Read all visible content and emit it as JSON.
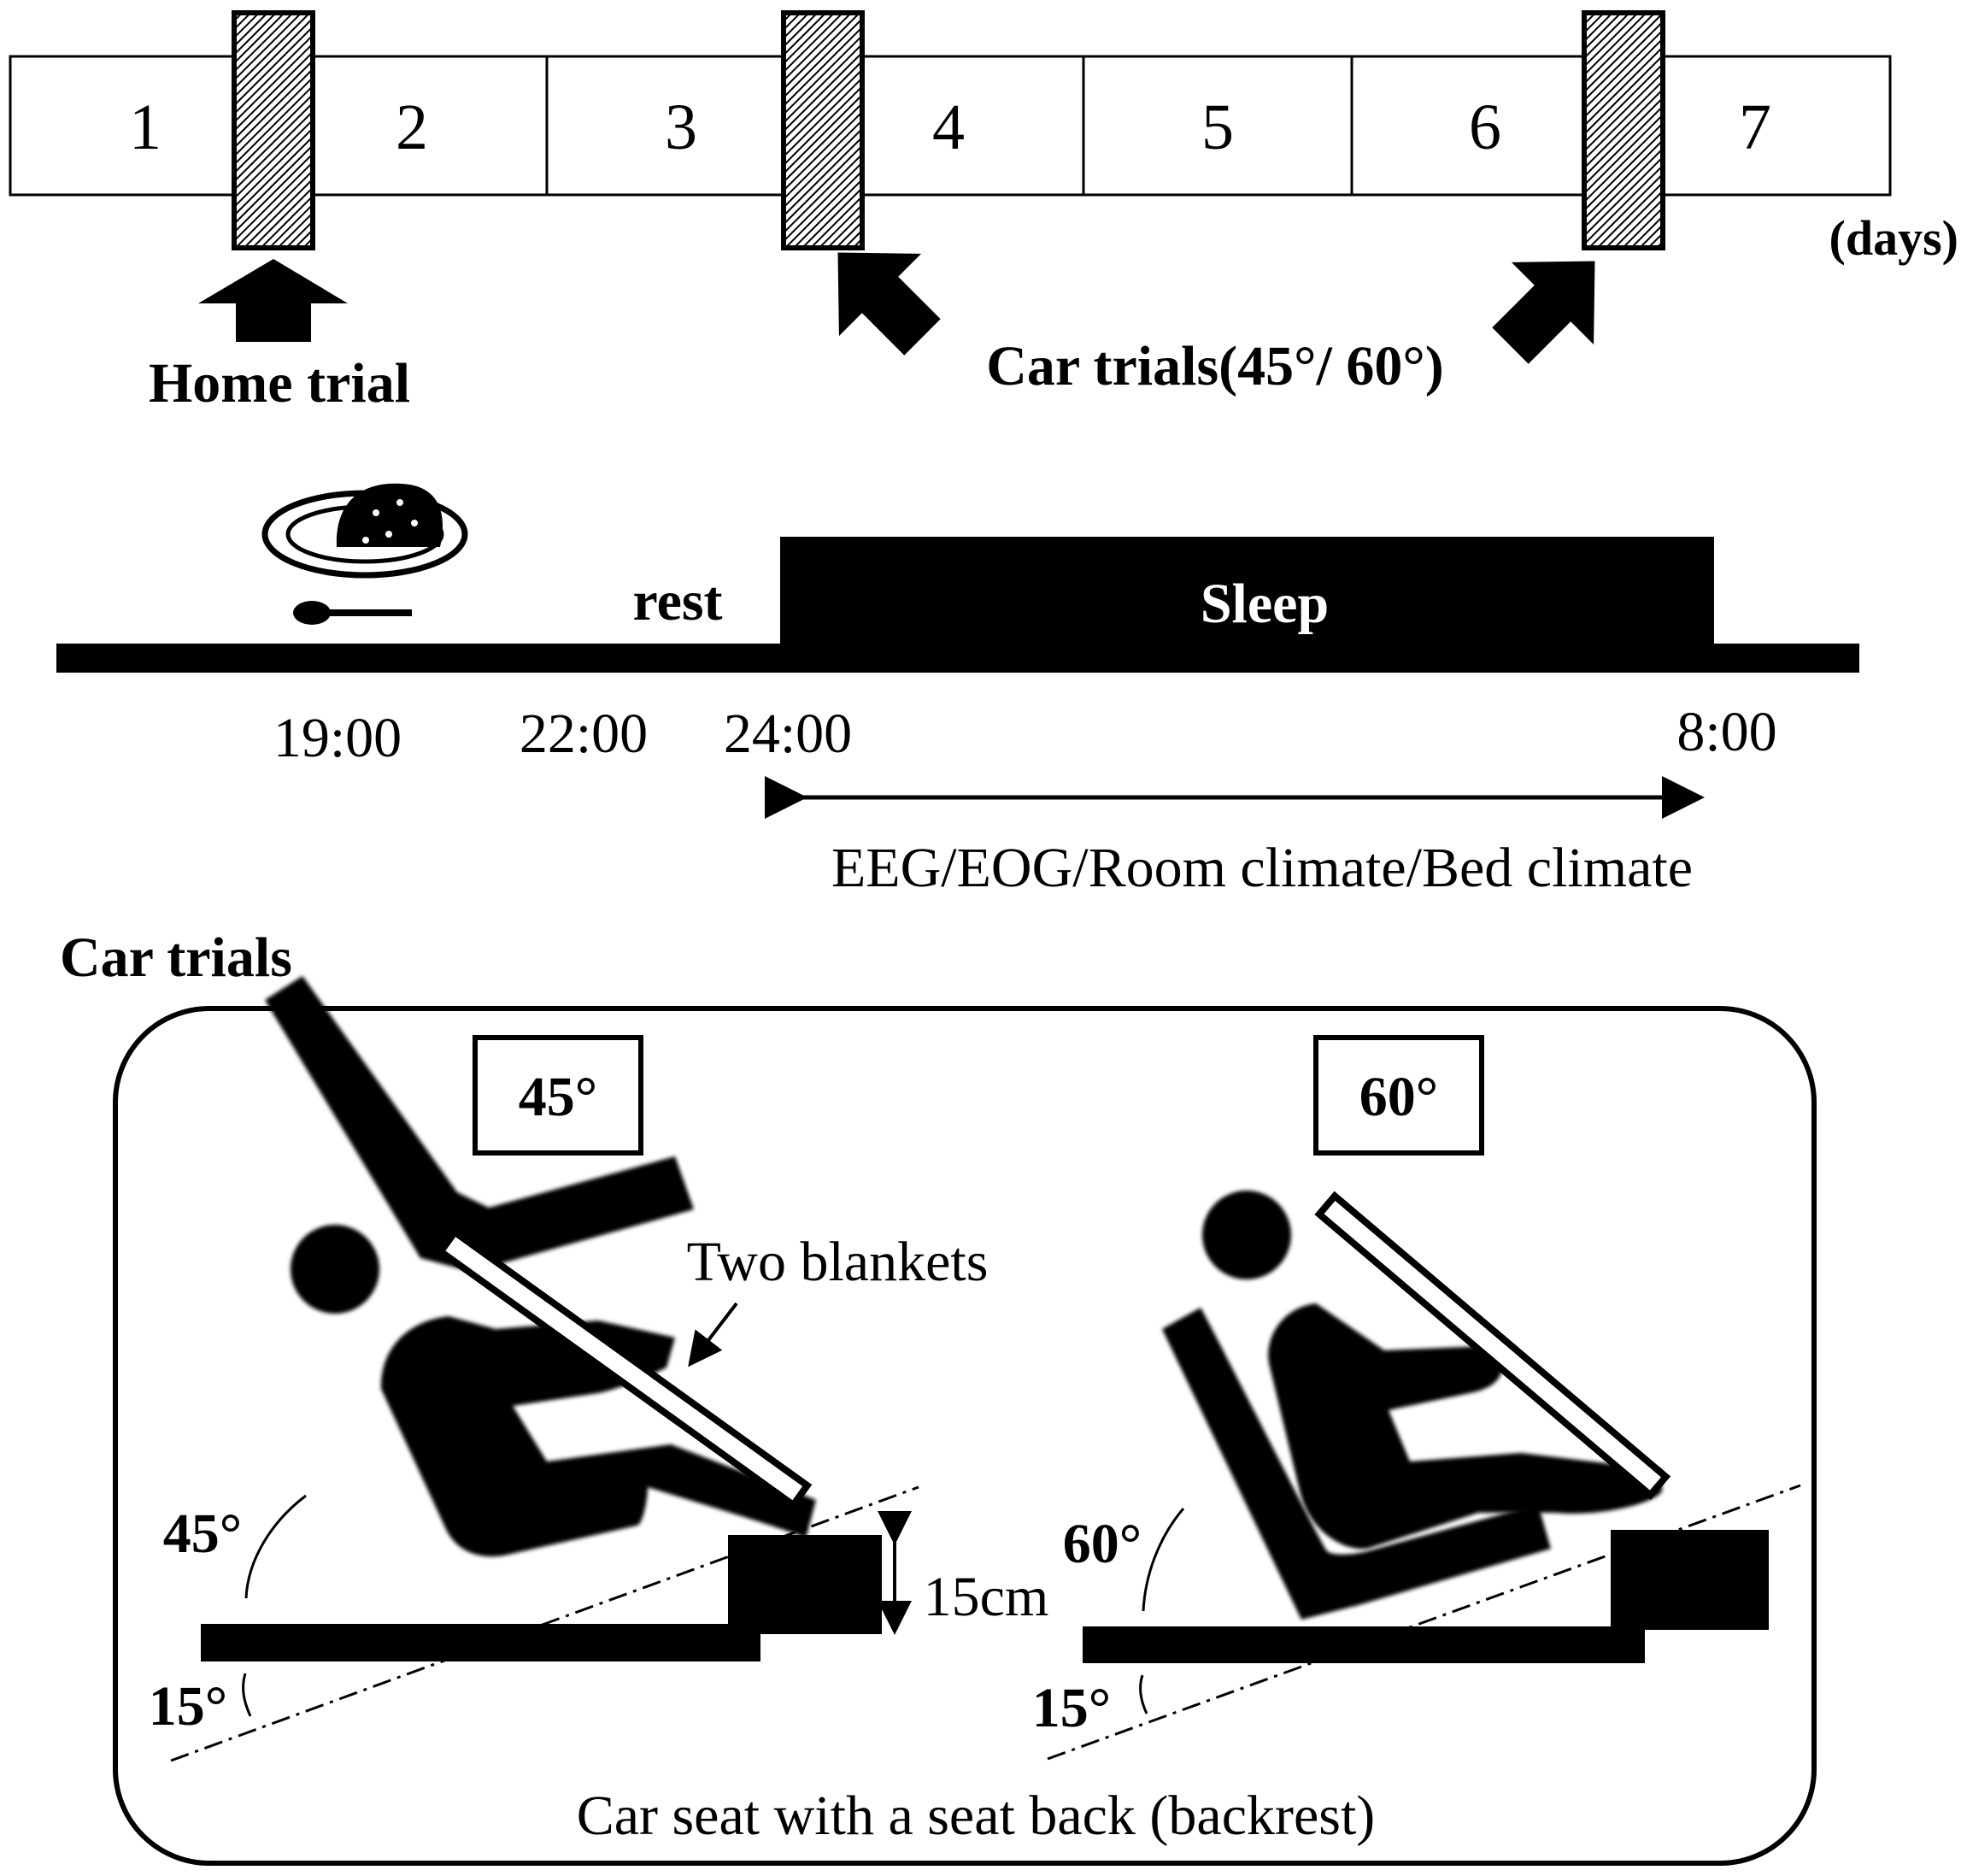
{
  "timeline": {
    "days": [
      "1",
      "2",
      "3",
      "4",
      "5",
      "6",
      "7"
    ],
    "unit_label": "(days)",
    "home_trial_label": "Home trial",
    "car_trials_label": "Car trials(45°/ 60°)"
  },
  "night_schedule": {
    "rest_label": "rest",
    "sleep_label": "Sleep",
    "times": [
      "19:00",
      "22:00",
      "24:00",
      "8:00"
    ],
    "measurements_label": "EEG/EOG/Room climate/Bed climate"
  },
  "car_trials": {
    "section_title": "Car trials",
    "panel_45": {
      "title": "45°",
      "backrest_angle": "45°",
      "floor_angle": "15°",
      "blankets_label": "Two blankets",
      "step_height_label": "15cm"
    },
    "panel_60": {
      "title": "60°",
      "backrest_angle": "60°",
      "floor_angle": "15°"
    },
    "caption": "Car seat with a seat back (backrest)"
  },
  "colors": {
    "ink": "#000000",
    "paper": "#ffffff"
  }
}
